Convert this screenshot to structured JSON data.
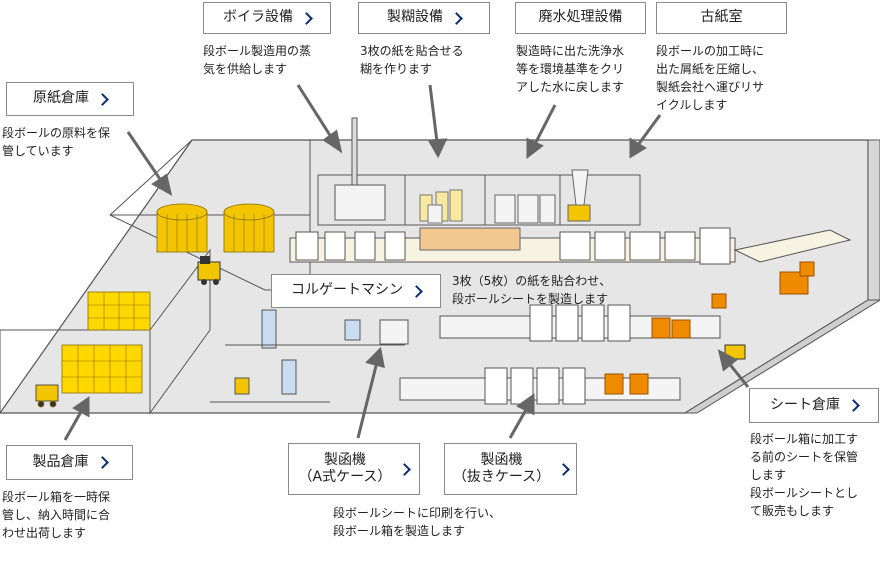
{
  "labels": {
    "boiler": "ボイラ設備",
    "glue": "製糊設備",
    "wastewater": "廃水処理設備",
    "wastepaper": "古紙室",
    "raw_paper": "原紙倉庫",
    "corrugator": "コルゲートマシン",
    "sheet_warehouse": "シート倉庫",
    "product_warehouse": "製品倉庫",
    "box_machine_a": "製函機\n（A式ケース）",
    "box_machine_die": "製函機\n（抜きケース）"
  },
  "descriptions": {
    "boiler": "段ボール製造用の蒸\n気を供給します",
    "glue": "3枚の紙を貼合せる\n糊を作ります",
    "wastewater": "製造時に出た洗浄水\n等を環境基準をクリ\nアした水に戻します",
    "wastepaper": "段ボールの加工時に\n出た屑紙を圧縮し、\n製紙会社へ運びリサ\nイクルします",
    "raw_paper": "段ボールの原料を保\n管しています",
    "corrugator": "3枚（5枚）の紙を貼合わせ、\n段ボールシートを製造します",
    "sheet_warehouse": "段ボール箱に加工す\nる前のシートを保管\nします\n段ボールシートとし\nて販売もします",
    "product_warehouse": "段ボール箱を一時保\n管し、納入時間に合\nわせ出荷します",
    "box_machine": "段ボールシートに印刷を行い、\n段ボール箱を製造します"
  },
  "colors": {
    "floor": "#e6e6e6",
    "line": "#555555",
    "roll": "#f2c500",
    "pallet": "#ffd800",
    "sheet": "#f08a00",
    "machine": "#f4f4f4",
    "accent": "#0a2d6e",
    "arrow": "#666666"
  }
}
